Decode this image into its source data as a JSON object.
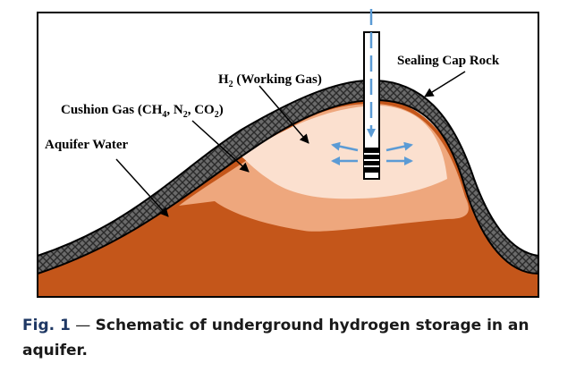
{
  "labels": {
    "sealing_cap_rock": "Sealing Cap Rock",
    "working_gas": {
      "main": "H",
      "sub1": "2",
      "rest": " (Working Gas)"
    },
    "cushion_gas": {
      "t1": "Cushion Gas (CH",
      "s1": "4",
      "t2": ", N",
      "s2": "2",
      "t3": ", CO",
      "s3": "2",
      "t4": ")"
    },
    "aquifer_water": "Aquifer Water"
  },
  "caption": {
    "label": "Fig. 1",
    "dash": " — ",
    "text": "Schematic of underground hydrogen storage in an aquifer."
  },
  "colors": {
    "aquifer": "#c4561a",
    "cushion": "#eea77d",
    "working": "#fbe0cf",
    "caprock_fill": "#666666",
    "arrow_blue": "#5b9bd5",
    "caption_label": "#1f3864"
  },
  "icons": [
    "injection-well",
    "flow-arrows",
    "hatch-caprock"
  ]
}
